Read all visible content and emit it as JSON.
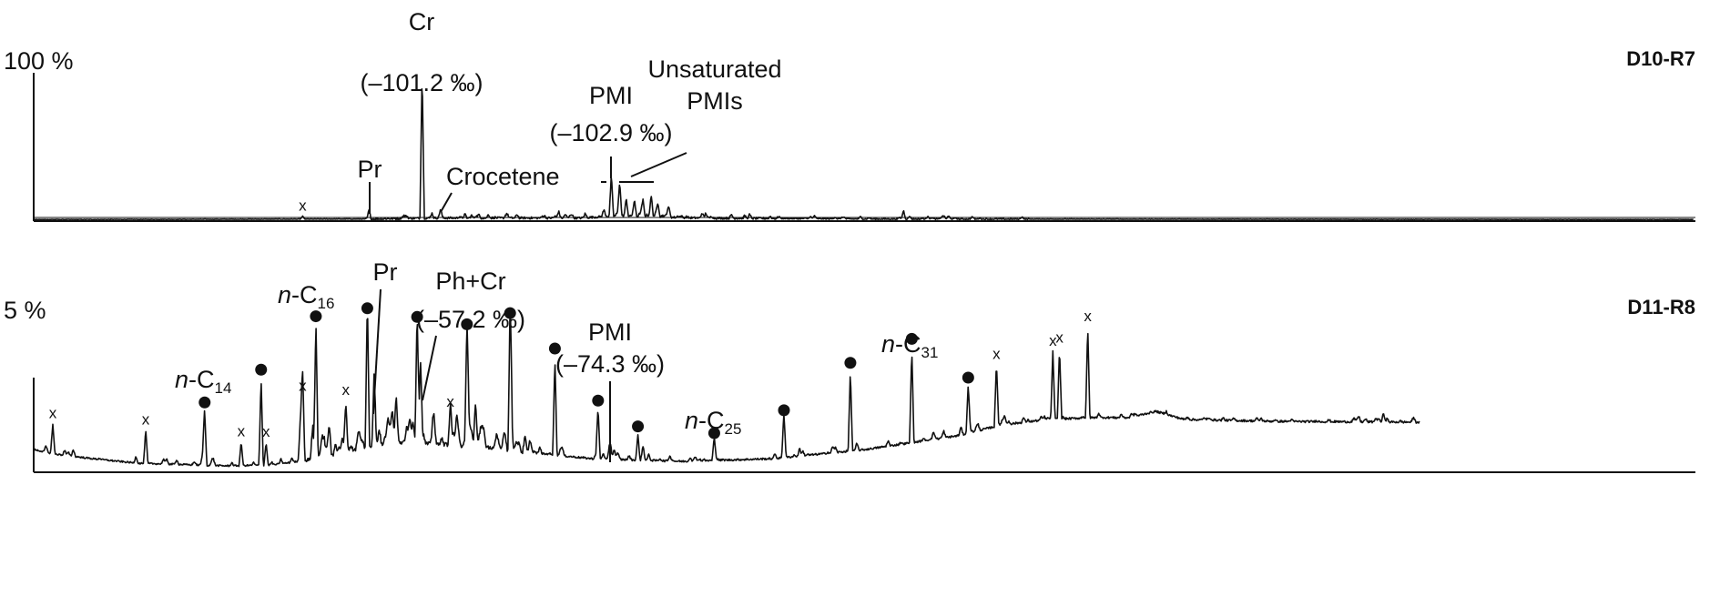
{
  "chart_data": [
    {
      "type": "line",
      "title": "D10-R7",
      "ylabel": "100 %",
      "xlim": [
        0,
        100
      ],
      "ylim": [
        0,
        100
      ],
      "grid": false,
      "baseline": [
        [
          0,
          0.5
        ],
        [
          20,
          0.8
        ],
        [
          24,
          1.5
        ],
        [
          33,
          1.5
        ],
        [
          35,
          3
        ],
        [
          40,
          1.5
        ],
        [
          50,
          0.8
        ],
        [
          100,
          0.5
        ]
      ],
      "peaks": [
        {
          "x": 16.2,
          "h": 2,
          "marker": "x"
        },
        {
          "x": 20.2,
          "h": 6,
          "name": "Pr"
        },
        {
          "x": 23.4,
          "h": 100,
          "name": "Cr"
        },
        {
          "x": 24.5,
          "h": 5,
          "name": "Crocetene"
        },
        {
          "x": 34.8,
          "h": 28,
          "name": "PMI"
        },
        {
          "x": 35.3,
          "h": 23
        },
        {
          "x": 35.7,
          "h": 12
        },
        {
          "x": 36.2,
          "h": 10
        },
        {
          "x": 36.7,
          "h": 12
        },
        {
          "x": 37.2,
          "h": 14
        },
        {
          "x": 37.6,
          "h": 8
        },
        {
          "x": 38.2,
          "h": 4
        },
        {
          "x": 52.4,
          "h": 6
        }
      ],
      "annotations": {
        "cr": "Cr",
        "cr_d": "(–101.2 ‰)",
        "pmi": "PMI",
        "pmi_d": "(–102.9 ‰)",
        "unsat1": "Unsaturated",
        "unsat2": "PMIs",
        "crocetene": "Crocetene",
        "pr": "Pr",
        "x": "x"
      }
    },
    {
      "type": "line",
      "title": "D11-R8",
      "ylabel": "5 %",
      "xlim": [
        0,
        100
      ],
      "ylim": [
        0,
        100
      ],
      "grid": false,
      "baseline": [
        [
          0,
          12.9
        ],
        [
          1.3,
          10.1
        ],
        [
          3.5,
          7.3
        ],
        [
          6.2,
          4.5
        ],
        [
          11.7,
          2.8
        ],
        [
          14.4,
          3.4
        ],
        [
          17.2,
          7.3
        ],
        [
          19.9,
          14.6
        ],
        [
          22.7,
          16.9
        ],
        [
          25.4,
          15.7
        ],
        [
          28.1,
          12.9
        ],
        [
          33.6,
          7.3
        ],
        [
          39.1,
          5.6
        ],
        [
          44.6,
          7.3
        ],
        [
          50.1,
          12.9
        ],
        [
          55.6,
          21.3
        ],
        [
          58.3,
          28.1
        ],
        [
          61.1,
          31.5
        ],
        [
          63.8,
          32.6
        ],
        [
          66.0,
          32.6
        ],
        [
          67.6,
          36.5
        ],
        [
          69.3,
          31.5
        ],
        [
          74.8,
          30.3
        ],
        [
          83.5,
          29.8
        ]
      ],
      "peaks": [
        {
          "x": 1.15,
          "h": 18.5,
          "marker": "x"
        },
        {
          "x": 6.75,
          "h": 20.8,
          "marker": "x"
        },
        {
          "x": 10.3,
          "h": 33.7,
          "marker": "dot",
          "name": "n-C14"
        },
        {
          "x": 12.5,
          "h": 14.6,
          "marker": "x"
        },
        {
          "x": 13.7,
          "h": 53.9,
          "marker": "dot"
        },
        {
          "x": 14.0,
          "h": 14.0,
          "marker": "x"
        },
        {
          "x": 16.2,
          "h": 39.9,
          "marker": "x"
        },
        {
          "x": 17.0,
          "h": 83.1,
          "marker": "dot",
          "name": "n-C16"
        },
        {
          "x": 18.8,
          "h": 31.5,
          "marker": "x"
        },
        {
          "x": 20.1,
          "h": 80.3,
          "marker": "dot"
        },
        {
          "x": 20.5,
          "h": 38,
          "name": "Pr"
        },
        {
          "x": 23.1,
          "h": 73.0,
          "marker": "dot"
        },
        {
          "x": 23.3,
          "h": 43.8,
          "name": "Ph+Cr"
        },
        {
          "x": 25.1,
          "h": 20.2,
          "marker": "x"
        },
        {
          "x": 26.1,
          "h": 70.2,
          "marker": "dot"
        },
        {
          "x": 28.7,
          "h": 79.8,
          "marker": "dot"
        },
        {
          "x": 31.4,
          "h": 60.7,
          "marker": "dot"
        },
        {
          "x": 34.0,
          "h": 30.9,
          "marker": "dot"
        },
        {
          "x": 34.7,
          "h": 7,
          "name": "PMI"
        },
        {
          "x": 36.4,
          "h": 15.7,
          "marker": "dot"
        },
        {
          "x": 41.0,
          "h": 11.8,
          "marker": "dot",
          "name": "n-C25"
        },
        {
          "x": 45.2,
          "h": 24.2,
          "marker": "dot"
        },
        {
          "x": 49.2,
          "h": 49.4,
          "marker": "dot"
        },
        {
          "x": 52.9,
          "h": 59.0,
          "marker": "dot",
          "name": "n-C31"
        },
        {
          "x": 56.3,
          "h": 29.2,
          "marker": "dot"
        },
        {
          "x": 58.0,
          "h": 38.2,
          "marker": "x"
        },
        {
          "x": 61.4,
          "h": 42.1,
          "marker": "x"
        },
        {
          "x": 61.8,
          "h": 43.8,
          "marker": "x"
        },
        {
          "x": 63.5,
          "h": 56.2,
          "marker": "x"
        }
      ],
      "annotations": {
        "n": "n",
        "c": "-C",
        "c14": "14",
        "c16": "16",
        "c25": "25",
        "c31": "31",
        "pr": "Pr",
        "phcr": "Ph+Cr",
        "phcr_d": "(–57.2 ‰)",
        "pmi": "PMI",
        "pmi_d": "(–74.3 ‰)",
        "x": "x"
      }
    }
  ]
}
